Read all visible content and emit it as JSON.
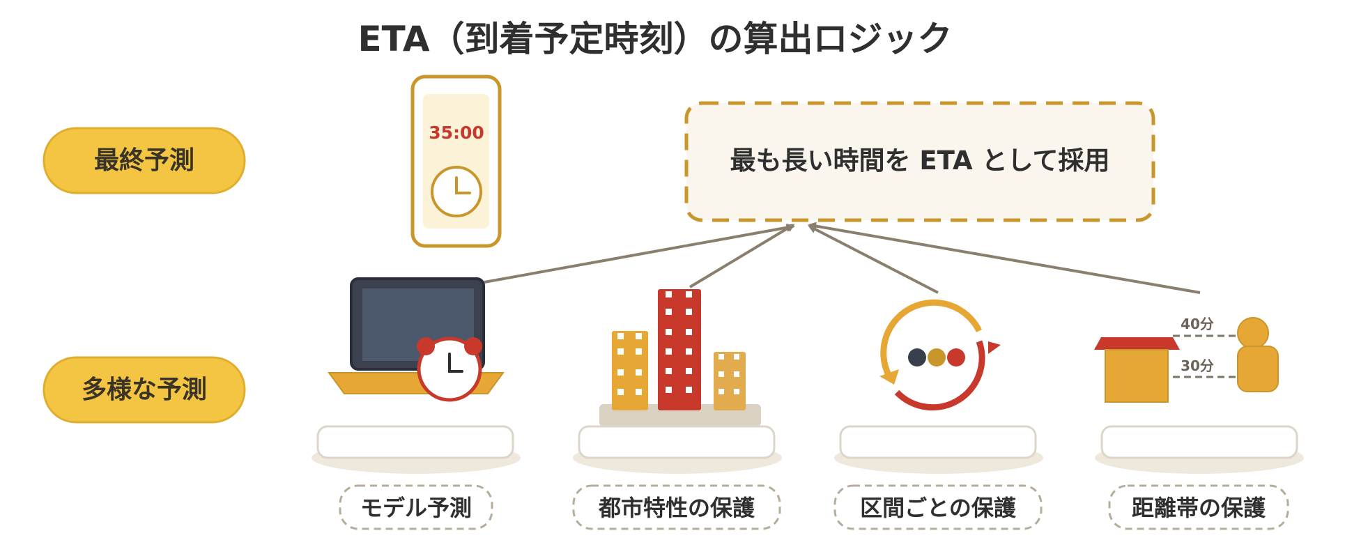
{
  "title": "ETA（到着予定時刻）の算出ロジック",
  "rows": {
    "top_label": "最終予測",
    "bottom_label": "多様な予測"
  },
  "phone": {
    "time": "35:00"
  },
  "decision_box": {
    "text": "最も長い時間を ETA として採用"
  },
  "sources": [
    {
      "label": "モデル予測"
    },
    {
      "label": "都市特性の保護"
    },
    {
      "label": "区間ごとの保護"
    },
    {
      "label": "距離帯の保護"
    }
  ],
  "distance": {
    "upper": "40分",
    "lower": "30分"
  },
  "colors": {
    "accent_yellow": "#F4C443",
    "gold_stroke": "#C8962A",
    "red": "#C8382B",
    "orange": "#E7A735",
    "arrow": "#8A7F6C",
    "text_dark": "#2F2F2F",
    "box_fill": "#FAF6EE"
  }
}
